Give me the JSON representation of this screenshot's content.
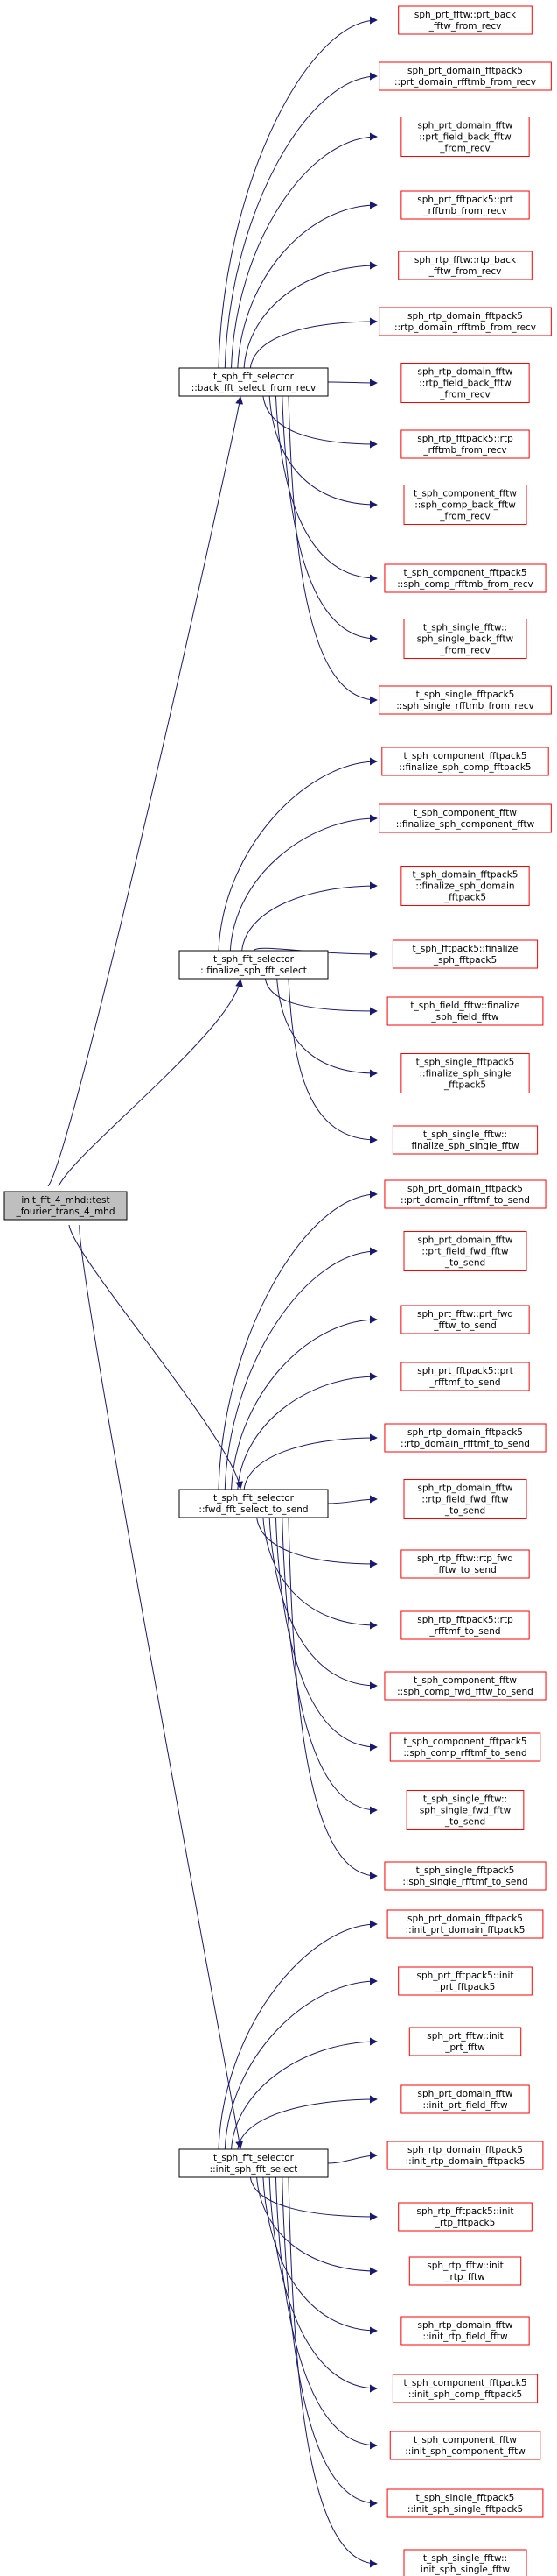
{
  "colors": {
    "edge": "#191970",
    "root_fill": "#bfbfbf",
    "root_stroke": "#000000",
    "mid_stroke": "#000000",
    "leaf_stroke": "#ff0000",
    "node_fill": "#ffffff"
  },
  "root": {
    "lines": [
      "init_fft_4_mhd::test",
      "_fourier_trans_4_mhd"
    ]
  },
  "groups": [
    {
      "caller": {
        "lines": [
          "t_sph_fft_selector",
          "::back_fft_select_from_recv"
        ]
      },
      "children": [
        {
          "lines": [
            "sph_prt_fftw::prt_back",
            "_fftw_from_recv"
          ]
        },
        {
          "lines": [
            "sph_prt_domain_fftpack5",
            "::prt_domain_rfftmb_from_recv"
          ]
        },
        {
          "lines": [
            "sph_prt_domain_fftw",
            "::prt_field_back_fftw",
            "_from_recv"
          ]
        },
        {
          "lines": [
            "sph_prt_fftpack5::prt",
            "_rfftmb_from_recv"
          ]
        },
        {
          "lines": [
            "sph_rtp_fftw::rtp_back",
            "_fftw_from_recv"
          ]
        },
        {
          "lines": [
            "sph_rtp_domain_fftpack5",
            "::rtp_domain_rfftmb_from_recv"
          ]
        },
        {
          "lines": [
            "sph_rtp_domain_fftw",
            "::rtp_field_back_fftw",
            "_from_recv"
          ]
        },
        {
          "lines": [
            "sph_rtp_fftpack5::rtp",
            "_rfftmb_from_recv"
          ]
        },
        {
          "lines": [
            "t_sph_component_fftw",
            "::sph_comp_back_fftw",
            "_from_recv"
          ]
        },
        {
          "lines": [
            "t_sph_component_fftpack5",
            "::sph_comp_rfftmb_from_recv"
          ]
        },
        {
          "lines": [
            "t_sph_single_fftw::",
            "sph_single_back_fftw",
            "_from_recv"
          ]
        },
        {
          "lines": [
            "t_sph_single_fftpack5",
            "::sph_single_rfftmb_from_recv"
          ]
        }
      ]
    },
    {
      "caller": {
        "lines": [
          "t_sph_fft_selector",
          "::finalize_sph_fft_select"
        ]
      },
      "children": [
        {
          "lines": [
            "t_sph_component_fftpack5",
            "::finalize_sph_comp_fftpack5"
          ]
        },
        {
          "lines": [
            "t_sph_component_fftw",
            "::finalize_sph_component_fftw"
          ]
        },
        {
          "lines": [
            "t_sph_domain_fftpack5",
            "::finalize_sph_domain",
            "_fftpack5"
          ]
        },
        {
          "lines": [
            "t_sph_fftpack5::finalize",
            "_sph_fftpack5"
          ]
        },
        {
          "lines": [
            "t_sph_field_fftw::finalize",
            "_sph_field_fftw"
          ]
        },
        {
          "lines": [
            "t_sph_single_fftpack5",
            "::finalize_sph_single",
            "_fftpack5"
          ]
        },
        {
          "lines": [
            "t_sph_single_fftw::",
            "finalize_sph_single_fftw"
          ]
        }
      ]
    },
    {
      "caller": {
        "lines": [
          "t_sph_fft_selector",
          "::fwd_fft_select_to_send"
        ]
      },
      "children": [
        {
          "lines": [
            "sph_prt_domain_fftpack5",
            "::prt_domain_rfftmf_to_send"
          ]
        },
        {
          "lines": [
            "sph_prt_domain_fftw",
            "::prt_field_fwd_fftw",
            "_to_send"
          ]
        },
        {
          "lines": [
            "sph_prt_fftw::prt_fwd",
            "_fftw_to_send"
          ]
        },
        {
          "lines": [
            "sph_prt_fftpack5::prt",
            "_rfftmf_to_send"
          ]
        },
        {
          "lines": [
            "sph_rtp_domain_fftpack5",
            "::rtp_domain_rfftmf_to_send"
          ]
        },
        {
          "lines": [
            "sph_rtp_domain_fftw",
            "::rtp_field_fwd_fftw",
            "_to_send"
          ]
        },
        {
          "lines": [
            "sph_rtp_fftw::rtp_fwd",
            "_fftw_to_send"
          ]
        },
        {
          "lines": [
            "sph_rtp_fftpack5::rtp",
            "_rfftmf_to_send"
          ]
        },
        {
          "lines": [
            "t_sph_component_fftw",
            "::sph_comp_fwd_fftw_to_send"
          ]
        },
        {
          "lines": [
            "t_sph_component_fftpack5",
            "::sph_comp_rfftmf_to_send"
          ]
        },
        {
          "lines": [
            "t_sph_single_fftw::",
            "sph_single_fwd_fftw",
            "_to_send"
          ]
        },
        {
          "lines": [
            "t_sph_single_fftpack5",
            "::sph_single_rfftmf_to_send"
          ]
        }
      ]
    },
    {
      "caller": {
        "lines": [
          "t_sph_fft_selector",
          "::init_sph_fft_select"
        ]
      },
      "children": [
        {
          "lines": [
            "sph_prt_domain_fftpack5",
            "::init_prt_domain_fftpack5"
          ]
        },
        {
          "lines": [
            "sph_prt_fftpack5::init",
            "_prt_fftpack5"
          ]
        },
        {
          "lines": [
            "sph_prt_fftw::init",
            "_prt_fftw"
          ]
        },
        {
          "lines": [
            "sph_prt_domain_fftw",
            "::init_prt_field_fftw"
          ]
        },
        {
          "lines": [
            "sph_rtp_domain_fftpack5",
            "::init_rtp_domain_fftpack5"
          ]
        },
        {
          "lines": [
            "sph_rtp_fftpack5::init",
            "_rtp_fftpack5"
          ]
        },
        {
          "lines": [
            "sph_rtp_fftw::init",
            "_rtp_fftw"
          ]
        },
        {
          "lines": [
            "sph_rtp_domain_fftw",
            "::init_rtp_field_fftw"
          ]
        },
        {
          "lines": [
            "t_sph_component_fftpack5",
            "::init_sph_comp_fftpack5"
          ]
        },
        {
          "lines": [
            "t_sph_component_fftw",
            "::init_sph_component_fftw"
          ]
        },
        {
          "lines": [
            "t_sph_single_fftpack5",
            "::init_sph_single_fftpack5"
          ]
        },
        {
          "lines": [
            "t_sph_single_fftw::",
            "init_sph_single_fftw"
          ]
        }
      ]
    }
  ]
}
